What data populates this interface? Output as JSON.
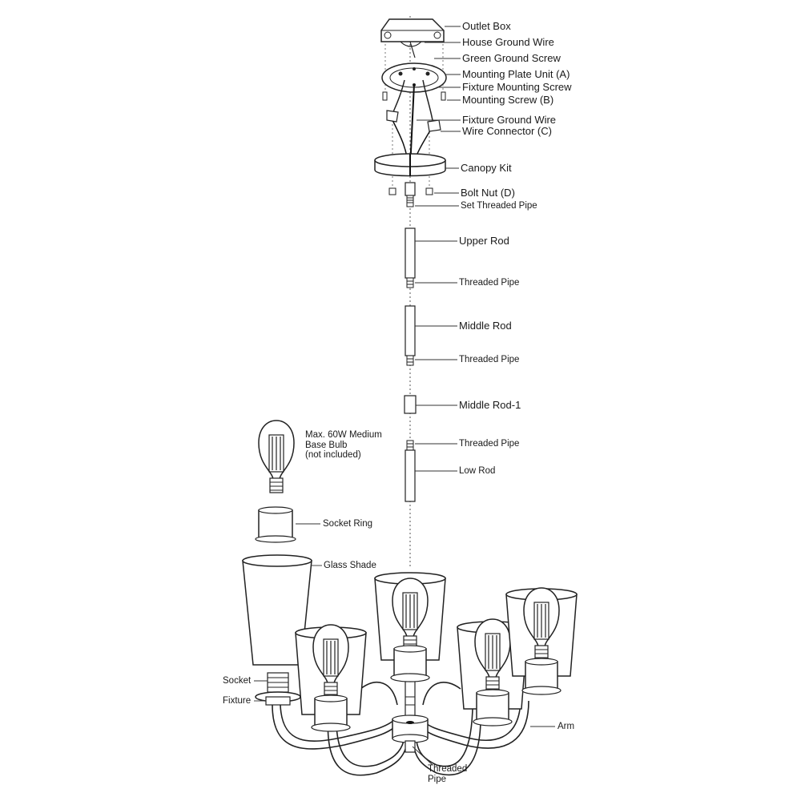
{
  "colors": {
    "line": "#222222",
    "fill": "#ffffff",
    "shade": "#e4e4e4",
    "dark": "#111111"
  },
  "labels": {
    "outlet_box": "Outlet Box",
    "house_ground_wire": "House Ground Wire",
    "green_ground_screw": "Green Ground Screw",
    "mounting_plate": "Mounting Plate Unit (A)",
    "fixture_mounting_screw": "Fixture Mounting Screw",
    "mounting_screw_b": "Mounting Screw (B)",
    "fixture_ground_wire": "Fixture Ground Wire",
    "wire_connector": "Wire Connector (C)",
    "canopy_kit": "Canopy Kit",
    "bolt_nut": "Bolt Nut (D)",
    "set_threaded_pipe": "Set Threaded Pipe",
    "upper_rod": "Upper Rod",
    "threaded_pipe_1": "Threaded Pipe",
    "middle_rod": "Middle Rod",
    "threaded_pipe_2": "Threaded Pipe",
    "middle_rod_1": "Middle Rod-1",
    "threaded_pipe_3": "Threaded Pipe",
    "low_rod": "Low Rod",
    "bulb": "Max. 60W Medium\nBase Bulb\n(not included)",
    "socket_ring": "Socket Ring",
    "glass_shade": "Glass Shade",
    "socket": "Socket",
    "fixture": "Fixture",
    "arm": "Arm",
    "threaded_pipe_bottom": "Threaded\nPipe"
  }
}
